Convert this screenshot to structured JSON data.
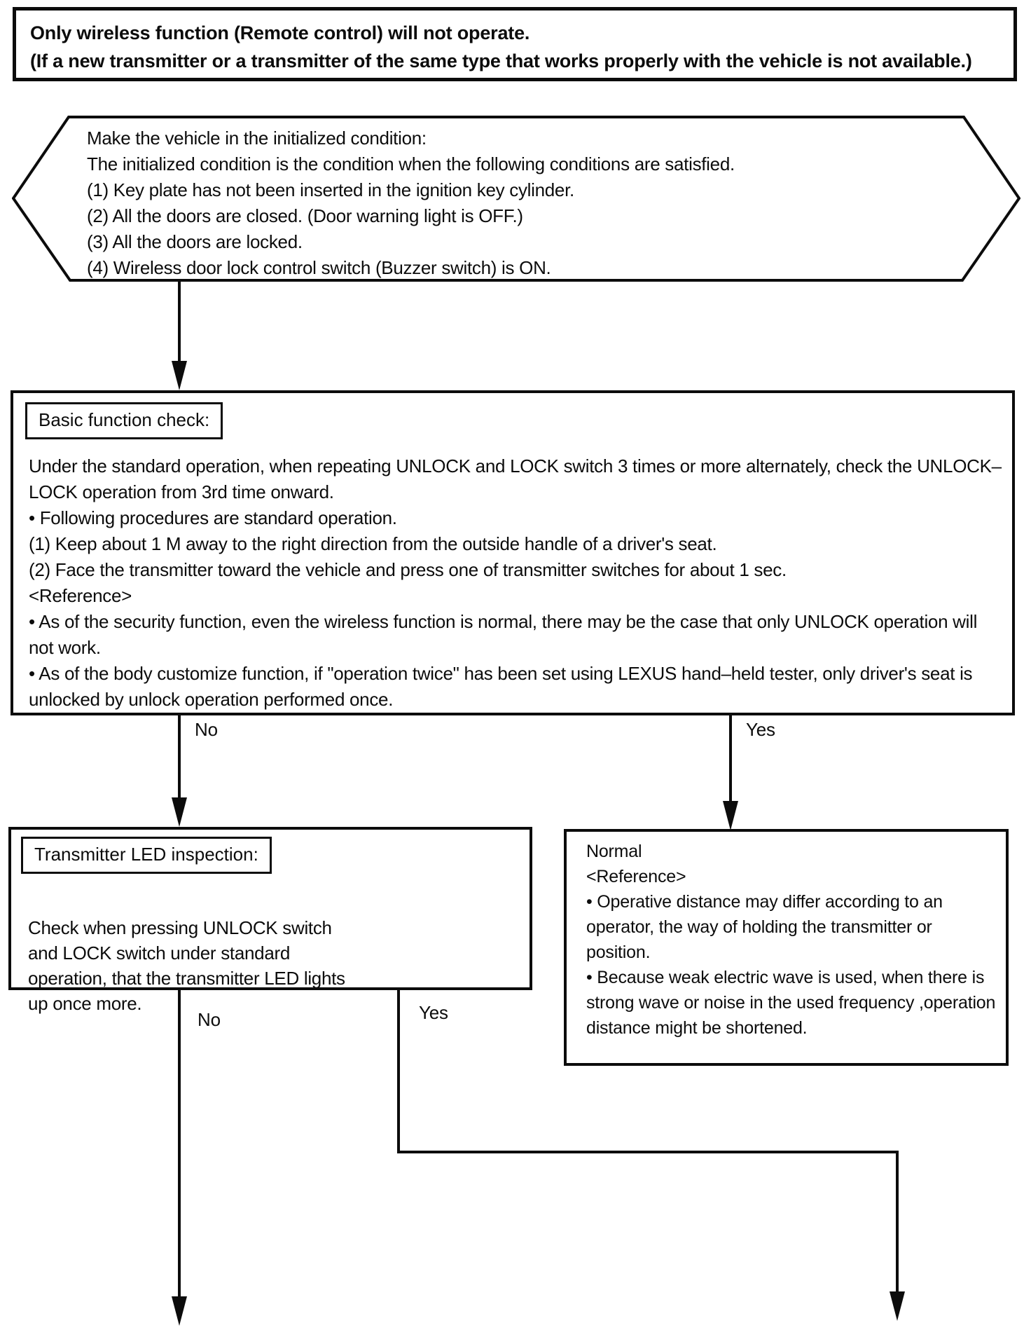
{
  "colors": {
    "ink": "#0c0c0c",
    "paper": "#ffffff"
  },
  "flowchart": {
    "problem_banner": {
      "line1": "Only wireless function (Remote control) will not operate.",
      "line2": "(If a new transmitter or a transmitter of the same type that works properly with the vehicle is not available.)"
    },
    "init_hexagon": {
      "lines": [
        "Make the vehicle in the initialized condition:",
        "The initialized condition is the condition when the following conditions are satisfied.",
        "(1) Key plate has not been inserted in the ignition key cylinder.",
        "(2) All the doors are closed. (Door warning light is OFF.)",
        "(3) All the doors are locked.",
        "(4) Wireless door lock control switch (Buzzer switch) is ON."
      ]
    },
    "basic_check": {
      "title": "Basic function check:",
      "paragraphs": [
        "Under the standard operation, when repeating UNLOCK and LOCK switch 3 times or more alternately, check the UNLOCK–LOCK operation from 3rd time onward.",
        "• Following procedures are standard operation.",
        "(1) Keep about 1 M away to the right direction from the outside handle of a driver's seat.",
        "(2) Face the transmitter toward the vehicle and press one of transmitter switches for about 1 sec.",
        "<Reference>",
        "• As of the security function, even the wireless function is normal, there may be the case that only UNLOCK operation will not work.",
        "• As of the body customize function, if \"operation twice\" has been set using LEXUS hand–held tester, only driver's seat is unlocked by unlock operation performed once."
      ],
      "branch_no": "No",
      "branch_yes": "Yes"
    },
    "led_inspection": {
      "title": "Transmitter LED inspection:",
      "body": "Check when pressing UNLOCK switch and LOCK switch under standard operation, that the transmitter LED lights up once more.",
      "branch_no": "No",
      "branch_yes": "Yes"
    },
    "normal_result": {
      "paragraphs": [
        "Normal",
        "<Reference>",
        "• Operative distance may differ according to an operator, the way of holding the transmitter or position.",
        "• Because weak electric wave is used, when there is strong wave or noise in the used frequency ,operation distance might be shortened."
      ]
    }
  }
}
